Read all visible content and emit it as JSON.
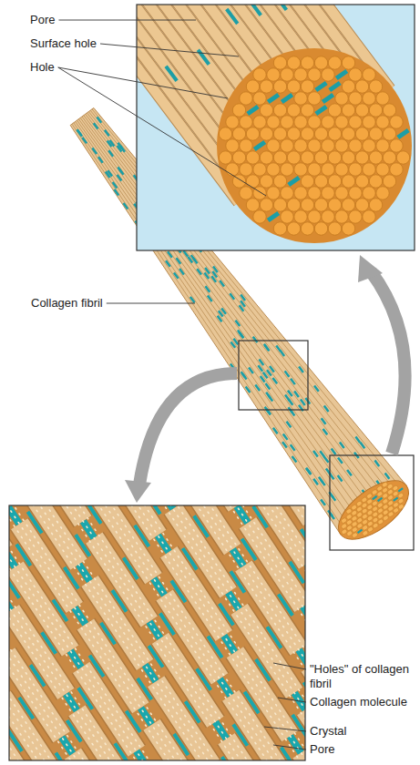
{
  "diagram": {
    "labels": [
      "Pore",
      "Surface hole",
      "Hole",
      "Collagen fibril",
      "\"Holes\" of collagen fibril",
      "Collagen molecule",
      "Crystal",
      "Pore"
    ]
  }
}
